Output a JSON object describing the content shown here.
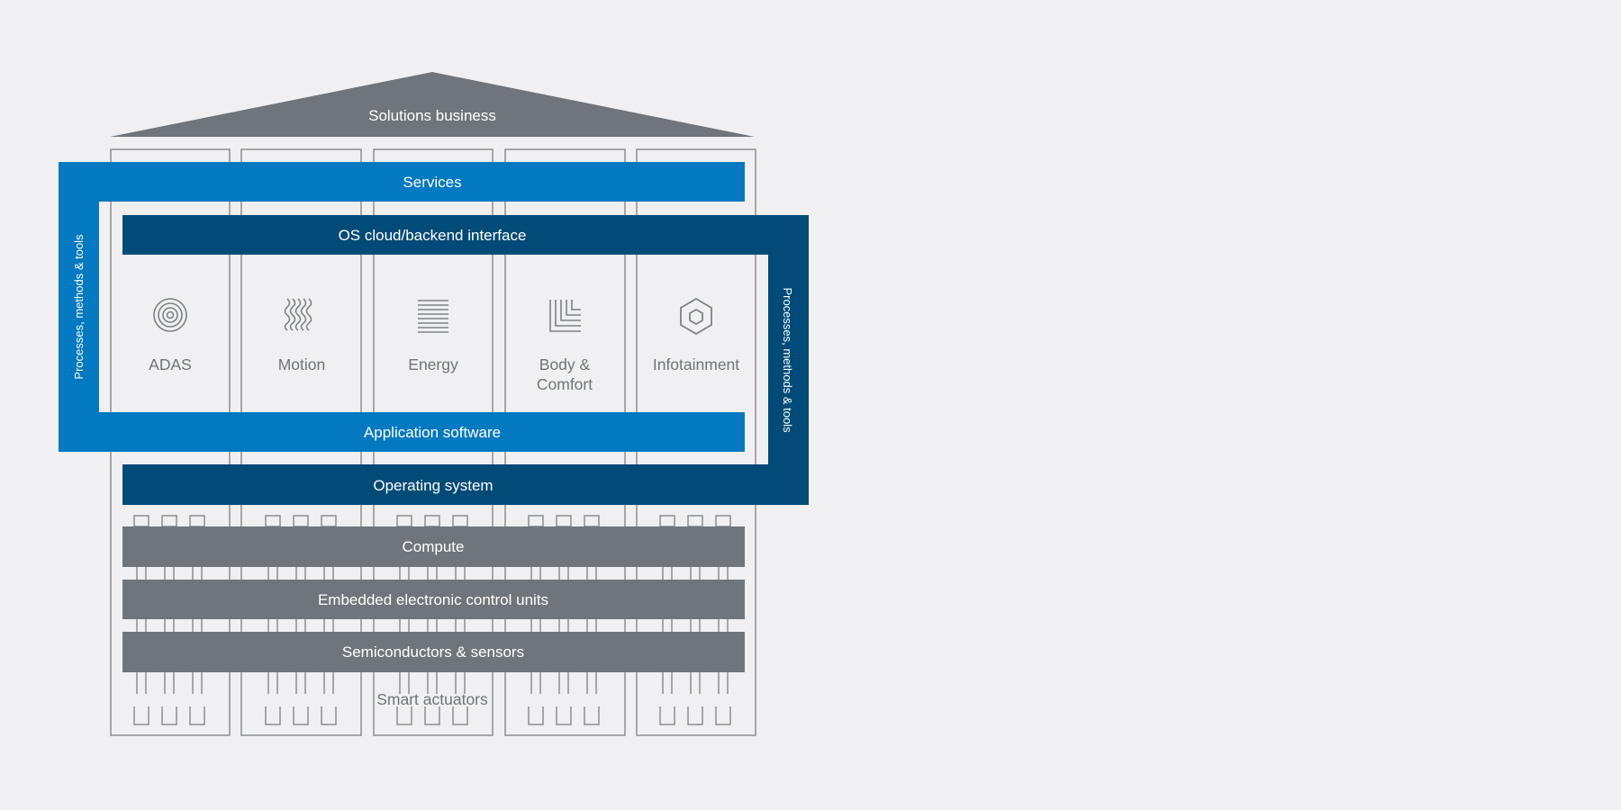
{
  "diagram": {
    "roof_label": "Solutions business",
    "services_label": "Services",
    "os_cloud_label": "OS cloud/backend interface",
    "application_software_label": "Application software",
    "operating_system_label": "Operating system",
    "compute_label": "Compute",
    "ecu_label": "Embedded electronic control units",
    "semiconductors_label": "Semiconductors & sensors",
    "smart_actuators_label": "Smart actuators",
    "left_side_label": "Processes, methods & tools",
    "right_side_label": "Processes, methods & tools",
    "domains": [
      {
        "icon": "concentric-circles-icon",
        "label_line1": "ADAS",
        "label_line2": ""
      },
      {
        "icon": "wavy-lines-icon",
        "label_line1": "Motion",
        "label_line2": ""
      },
      {
        "icon": "horizontal-lines-icon",
        "label_line1": "Energy",
        "label_line2": ""
      },
      {
        "icon": "nested-corners-icon",
        "label_line1": "Body &",
        "label_line2": "Comfort"
      },
      {
        "icon": "hexagon-icon",
        "label_line1": "Infotainment",
        "label_line2": ""
      }
    ]
  },
  "colors": {
    "background": "#f0f0f2",
    "grey": "#70757b",
    "light_blue": "#0279c1",
    "dark_blue": "#004b77",
    "white": "#ffffff"
  }
}
